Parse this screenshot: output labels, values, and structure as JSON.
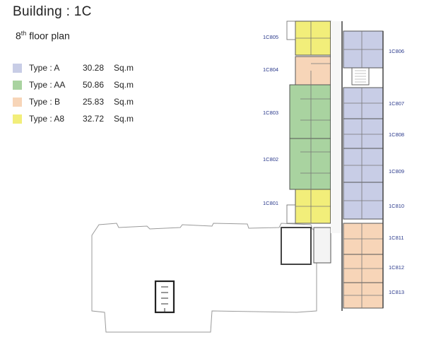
{
  "header": {
    "title": "Building : 1C",
    "floor_num": "8",
    "floor_suffix": "th",
    "floor_rest": "floor plan"
  },
  "legend": [
    {
      "type": "Type : A",
      "area": "30.28",
      "unit": "Sq.m",
      "color": "#c8cde6"
    },
    {
      "type": "Type : AA",
      "area": "50.86",
      "unit": "Sq.m",
      "color": "#a9d3a0"
    },
    {
      "type": "Type : B",
      "area": "25.83",
      "unit": "Sq.m",
      "color": "#f7d5b8"
    },
    {
      "type": "Type : A8",
      "area": "32.72",
      "unit": "Sq.m",
      "color": "#f2ee7a"
    }
  ],
  "units_left": [
    "1C805",
    "1C804",
    "1C803",
    "1C802",
    "1C801"
  ],
  "units_right": [
    "1C806",
    "1C807",
    "1C808",
    "1C809",
    "1C810",
    "1C811",
    "1C812",
    "1C813"
  ]
}
